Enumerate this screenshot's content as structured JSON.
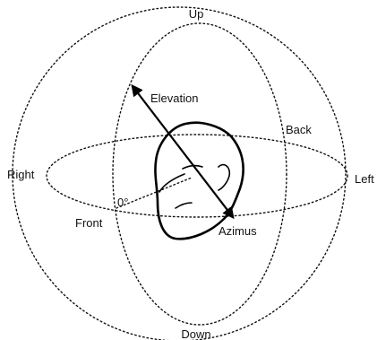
{
  "labels": {
    "up": "Up",
    "down": "Down",
    "right": "Right",
    "left": "Left",
    "back": "Back",
    "front": "Front",
    "elevation": "Elevation",
    "azimus": "Azimus",
    "zero_degree": "0°"
  },
  "colors": {
    "ink": "#111111",
    "background": "#ffffff"
  }
}
